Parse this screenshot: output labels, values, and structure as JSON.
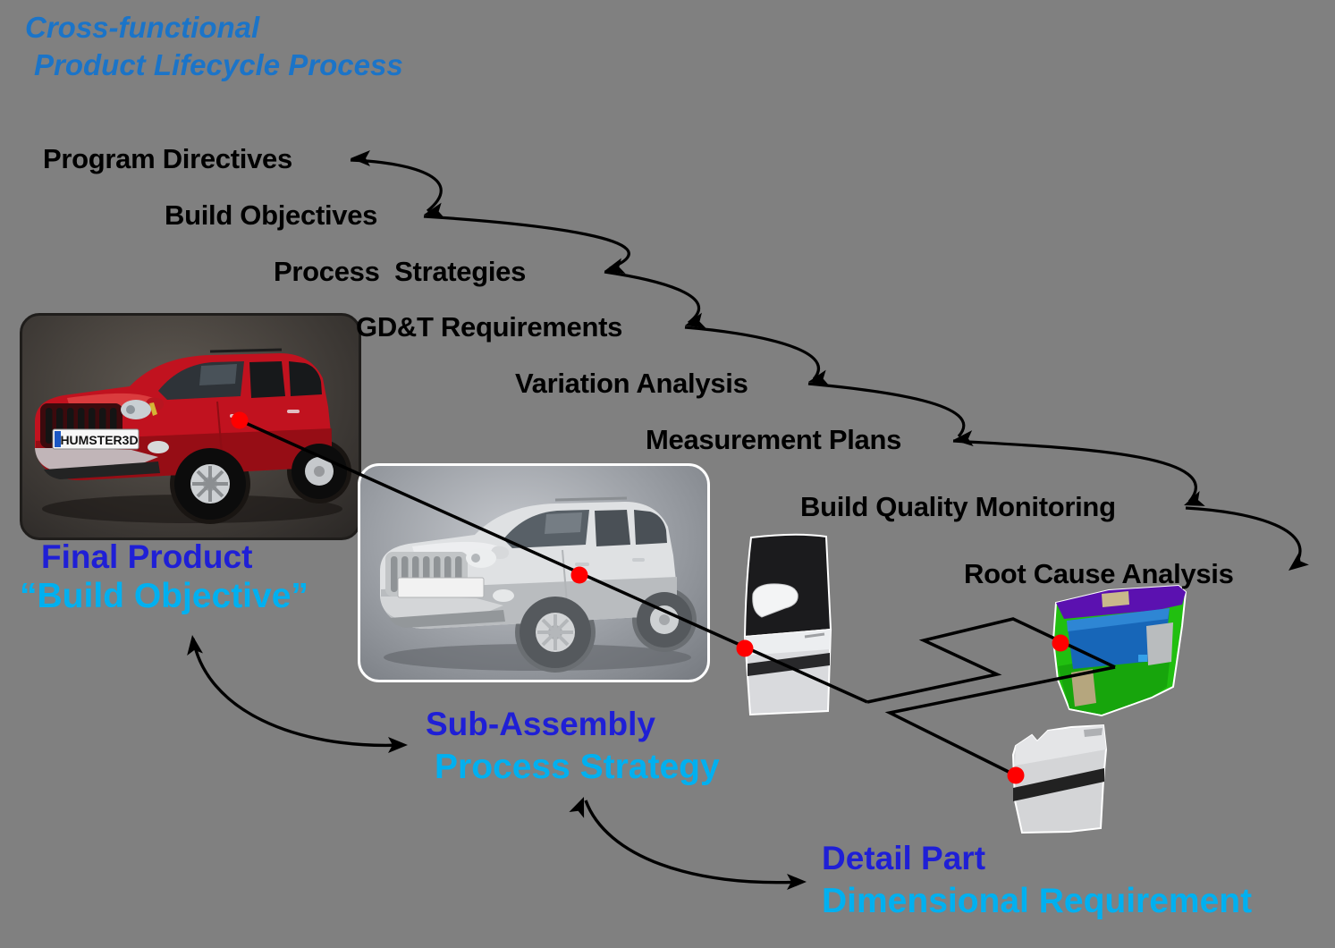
{
  "title": {
    "line1": "Cross-functional",
    "line2": "Product Lifecycle Process"
  },
  "cascade": {
    "steps": [
      {
        "label": "Program Directives"
      },
      {
        "label": "Build Objectives"
      },
      {
        "label": "Process  Strategies"
      },
      {
        "label": "GD&T Requirements"
      },
      {
        "label": "Variation Analysis"
      },
      {
        "label": "Measurement Plans"
      },
      {
        "label": "Build Quality Monitoring"
      },
      {
        "label": "Root Cause Analysis"
      }
    ]
  },
  "products": {
    "final_product": {
      "title": "Final Product",
      "subtitle": "“Build Objective”"
    },
    "sub_assembly": {
      "title": "Sub-Assembly",
      "subtitle": "Process Strategy"
    },
    "detail_part": {
      "title": "Detail Part",
      "subtitle": "Dimensional Requirement"
    }
  },
  "images": {
    "red_car_plate": "HUMSTER3D"
  },
  "colors": {
    "background": "#808080",
    "title_blue": "#1b74c8",
    "label_dark_blue": "#1f1fd6",
    "label_cyan": "#00b0f0",
    "connector_black": "#000000",
    "datum_dot_red": "#ff0000",
    "red_car_body": "#c1121f",
    "cad_panel_green": "#21bf10",
    "cad_panel_blue": "#1766b8",
    "cad_panel_purple": "#5b11b0"
  }
}
